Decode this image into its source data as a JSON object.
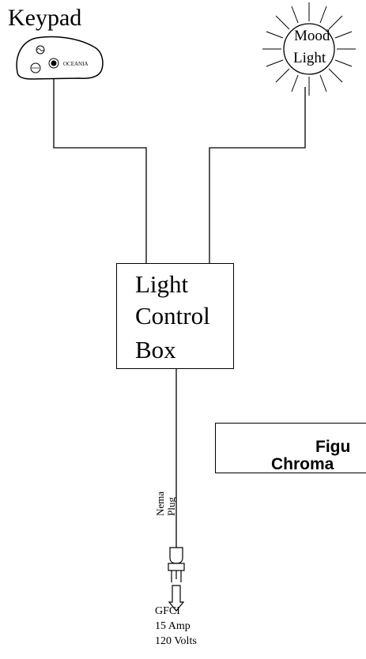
{
  "keypad": {
    "label": "Keypad",
    "brand": "OCEANIA"
  },
  "mood_light": {
    "line1": "Mood",
    "line2": "Light"
  },
  "control_box": {
    "line1": "Light",
    "line2": "Control",
    "line3": "Box"
  },
  "figure_caption": {
    "line1": "Figu",
    "line2": "Chroma"
  },
  "plug": {
    "line1": "Nema",
    "line2": "Plug"
  },
  "power": {
    "line1": "GFCI",
    "line2": "15 Amp",
    "line3": "120 Volts"
  }
}
